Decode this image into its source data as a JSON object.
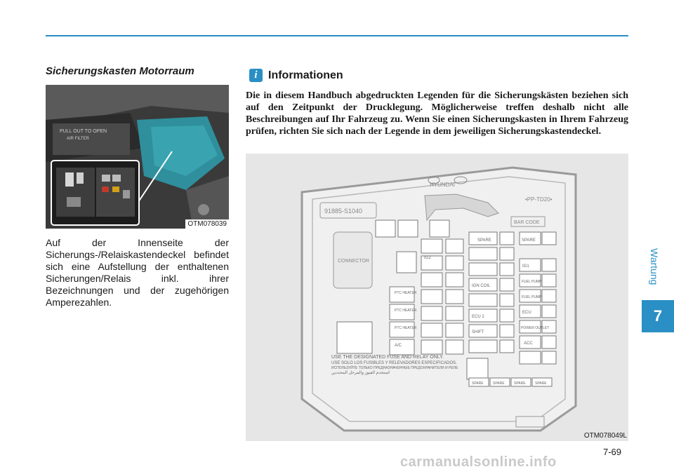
{
  "header": {
    "accent_color": "#2a8fc4"
  },
  "side_tab": {
    "label": "Wartung",
    "chapter": "7"
  },
  "left": {
    "title": "Sicherungskasten Motorraum",
    "photo_code": "OTM078039",
    "photo_labels": [
      "PULL OUT TO OPEN",
      "AIR FILTER"
    ],
    "paragraph": "Auf der Innenseite der Sicherungs-/Relaiskastendeckel befindet sich eine Aufstellung der enthaltenen Sicherungen/Relais inkl. ihrer Bezeichnungen und der zugehörigen Amperezahlen."
  },
  "info": {
    "icon": "info-icon",
    "title": "Informationen",
    "text": "Die in diesem Handbuch abgedruckten Legenden für die Sicherungskästen beziehen sich auf den Zeitpunkt der Drucklegung. Möglicherweise treffen deshalb nicht alle Beschreibungen auf Ihr Fahrzeug zu. Wenn Sie einen Sicherungskasten in Ihrem Fahrzeug prüfen, richten Sie sich nach der Legende in dem jeweiligen Sicherungskastendeckel."
  },
  "diagram": {
    "code": "OTM078049L",
    "brand": "HYUNDAI",
    "part_no": "91885-S1040",
    "pp_mark": "•PP-TD20•",
    "bar_code": "BAR CODE",
    "connector": "CONNECTOR",
    "fuse_labels": [
      "PTC HEATER",
      "PTC HEATER",
      "PTC HEATER",
      "A/C",
      "IG2",
      "IG1",
      "FUEL PUMP",
      "FUEL PUMP",
      "IGN COIL",
      "ECU",
      "ECU 2",
      "SHIFT",
      "POWER OUTLET",
      "ACC",
      "SPARE",
      "SPARE",
      "SPARE",
      "SPARE",
      "SPARE",
      "SPARE"
    ],
    "warning_lines": [
      "USE THE DESIGNATED FUSE AND RELAY ONLY.",
      "USE SOLO LOS FUSIBLES Y RELEVADORES ESPECIFICADOS.",
      "ИСПОЛЬЗУЙТЕ ТОЛЬКО ПРЕДНАЗНАЧЕННЫЕ ПРЕДОХРАНИТЕЛИ И РЕЛЕ",
      "استخدم الفيوز والمرحل المحددين"
    ]
  },
  "footer": {
    "page": "7-69",
    "watermark": "carmanualsonline.info"
  }
}
